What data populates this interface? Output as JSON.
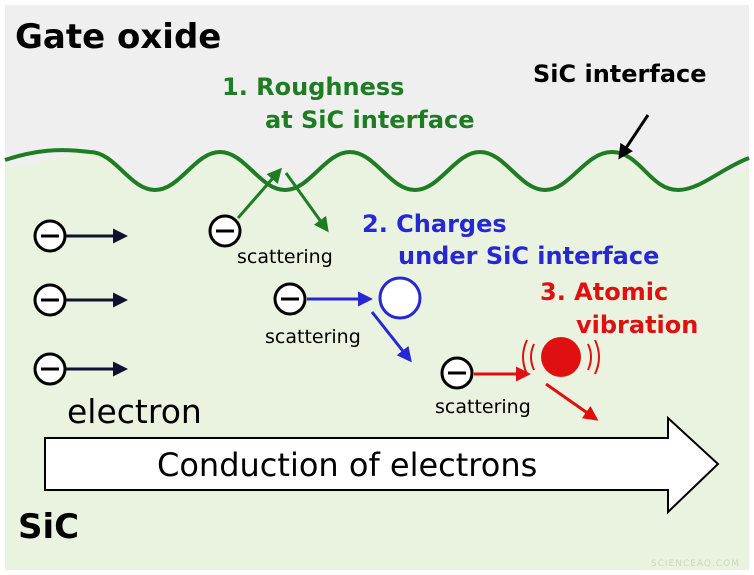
{
  "labels": {
    "gate_oxide": "Gate oxide",
    "sic_interface": "SiC interface",
    "sic": "SiC",
    "electron": "electron",
    "conduction": "Conduction of electrons",
    "scattering": "scattering",
    "watermark": "SCIENCEAQ.COM"
  },
  "mechanisms": {
    "m1": {
      "line1": "1. Roughness",
      "line2": "at SiC interface",
      "color": "#1e7d22"
    },
    "m2": {
      "line1": "2. Charges",
      "line2": "under SiC interface",
      "color": "#2727d4"
    },
    "m3": {
      "line1": "3. Atomic",
      "line2": "vibration",
      "color": "#e01010"
    }
  },
  "colors": {
    "oxide_bg": "#efefef",
    "sic_bg": "#eaf3e0",
    "interface_line": "#1e7d22",
    "arrow_dark": "#101030"
  },
  "icons": [
    "electron-icon",
    "charge-circle-icon",
    "vibrating-atom-icon",
    "pointer-arrow-icon",
    "conduction-arrow-icon"
  ]
}
